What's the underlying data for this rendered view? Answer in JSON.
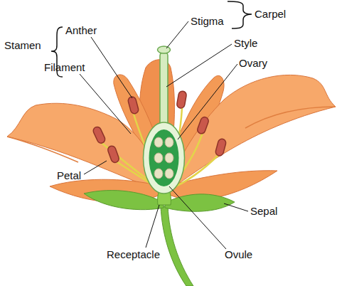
{
  "diagram": {
    "labels": [
      "Carpel",
      "Stigma",
      "Anther",
      "Stamen",
      "Style",
      "Ovary",
      "Filament",
      "Petal",
      "Sepal",
      "Receptacle",
      "Ovule"
    ]
  }
}
